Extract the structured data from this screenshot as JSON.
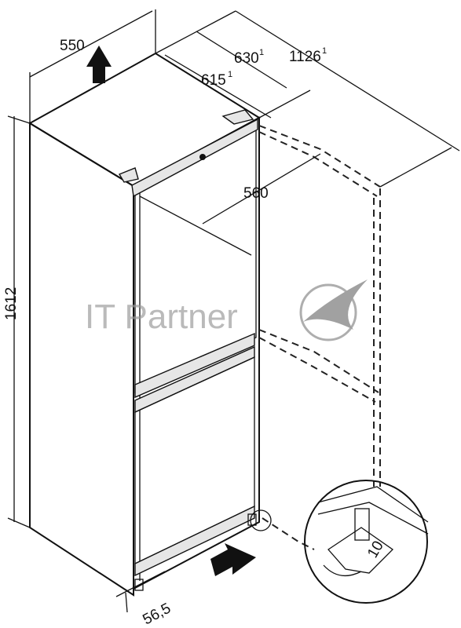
{
  "dimensions": {
    "width": "550",
    "depth_door_open": "630",
    "depth_door_open_sup": "1",
    "depth_total": "1126",
    "depth_total_sup": "1",
    "depth": "615",
    "depth_sup": "1",
    "door_width": "560",
    "height": "1612",
    "toe_gap": "56,5"
  },
  "watermark": "IT Partner",
  "wrench_label": "10",
  "colors": {
    "lines": "#111111",
    "handle": "#e6e6e6",
    "watermark": "#9a9a9a"
  },
  "icons": [
    "up-arrow-icon",
    "right-arrow-icon",
    "wrench-icon",
    "rotate-arrow-icon",
    "logo-swoosh-icon"
  ]
}
